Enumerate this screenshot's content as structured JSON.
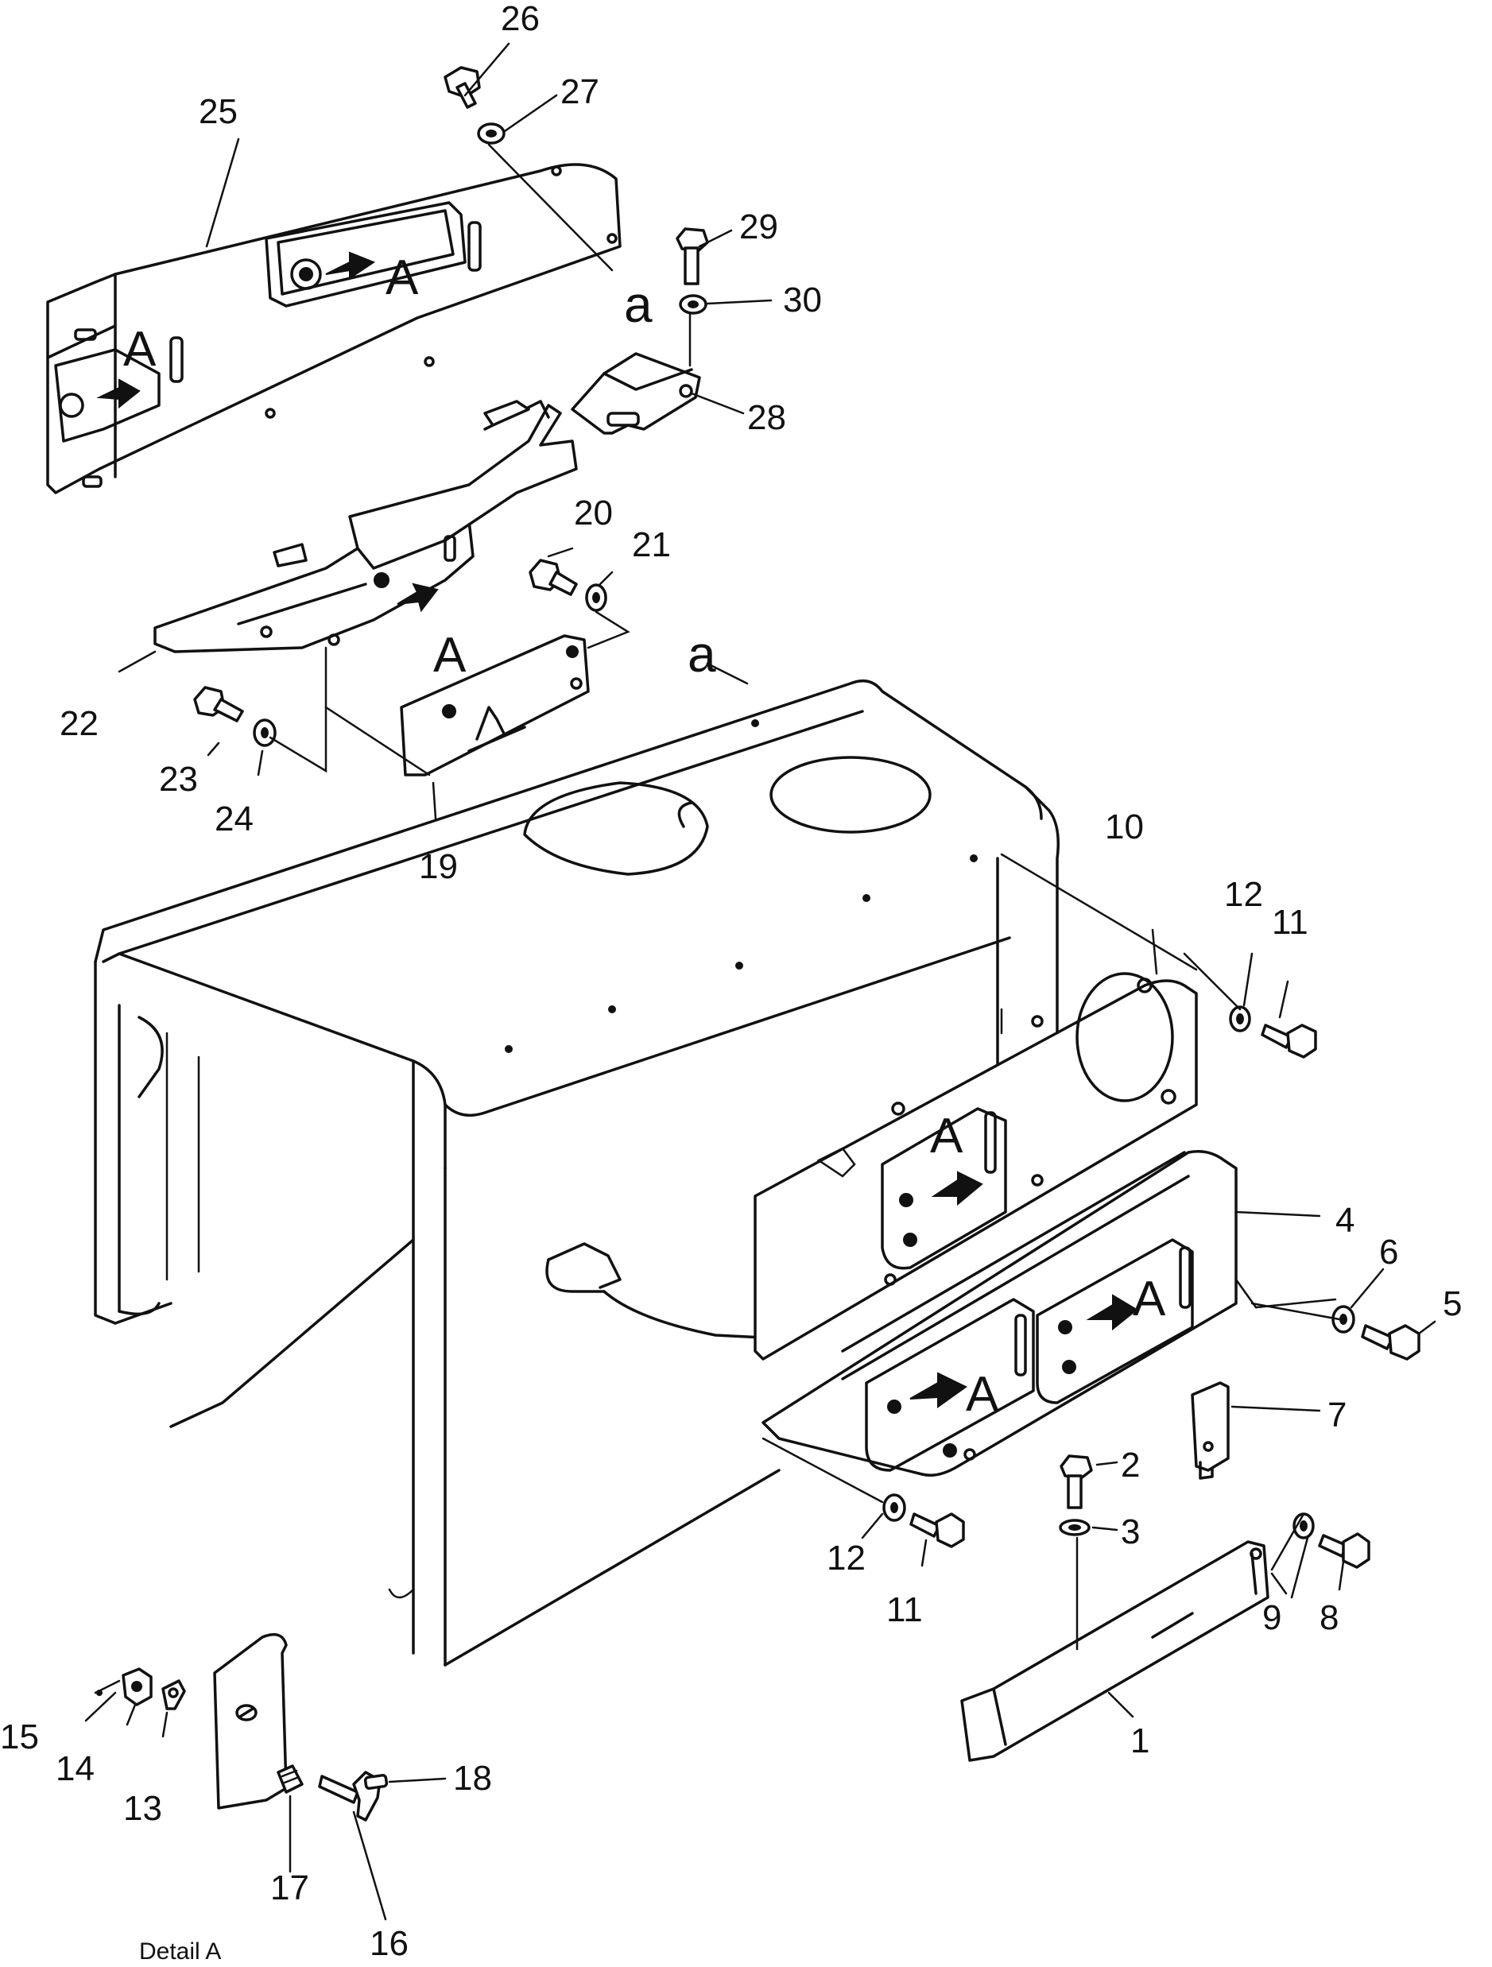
{
  "callouts": {
    "p1": "1",
    "p2": "2",
    "p3": "3",
    "p4": "4",
    "p5": "5",
    "p6": "6",
    "p7": "7",
    "p8": "8",
    "p9": "9",
    "p10": "10",
    "p11a": "11",
    "p11b": "11",
    "p12a": "12",
    "p12b": "12",
    "p13": "13",
    "p14": "14",
    "p15": "15",
    "p16": "16",
    "p17": "17",
    "p18": "18",
    "p19": "19",
    "p20": "20",
    "p21": "21",
    "p22": "22",
    "p23": "23",
    "p24": "24",
    "p25": "25",
    "p26": "26",
    "p27": "27",
    "p28": "28",
    "p29": "29",
    "p30": "30"
  },
  "reference_marks": {
    "a_top": "a",
    "a_body": "a"
  },
  "view_marks": {
    "A": "A"
  },
  "caption": "Detail A"
}
